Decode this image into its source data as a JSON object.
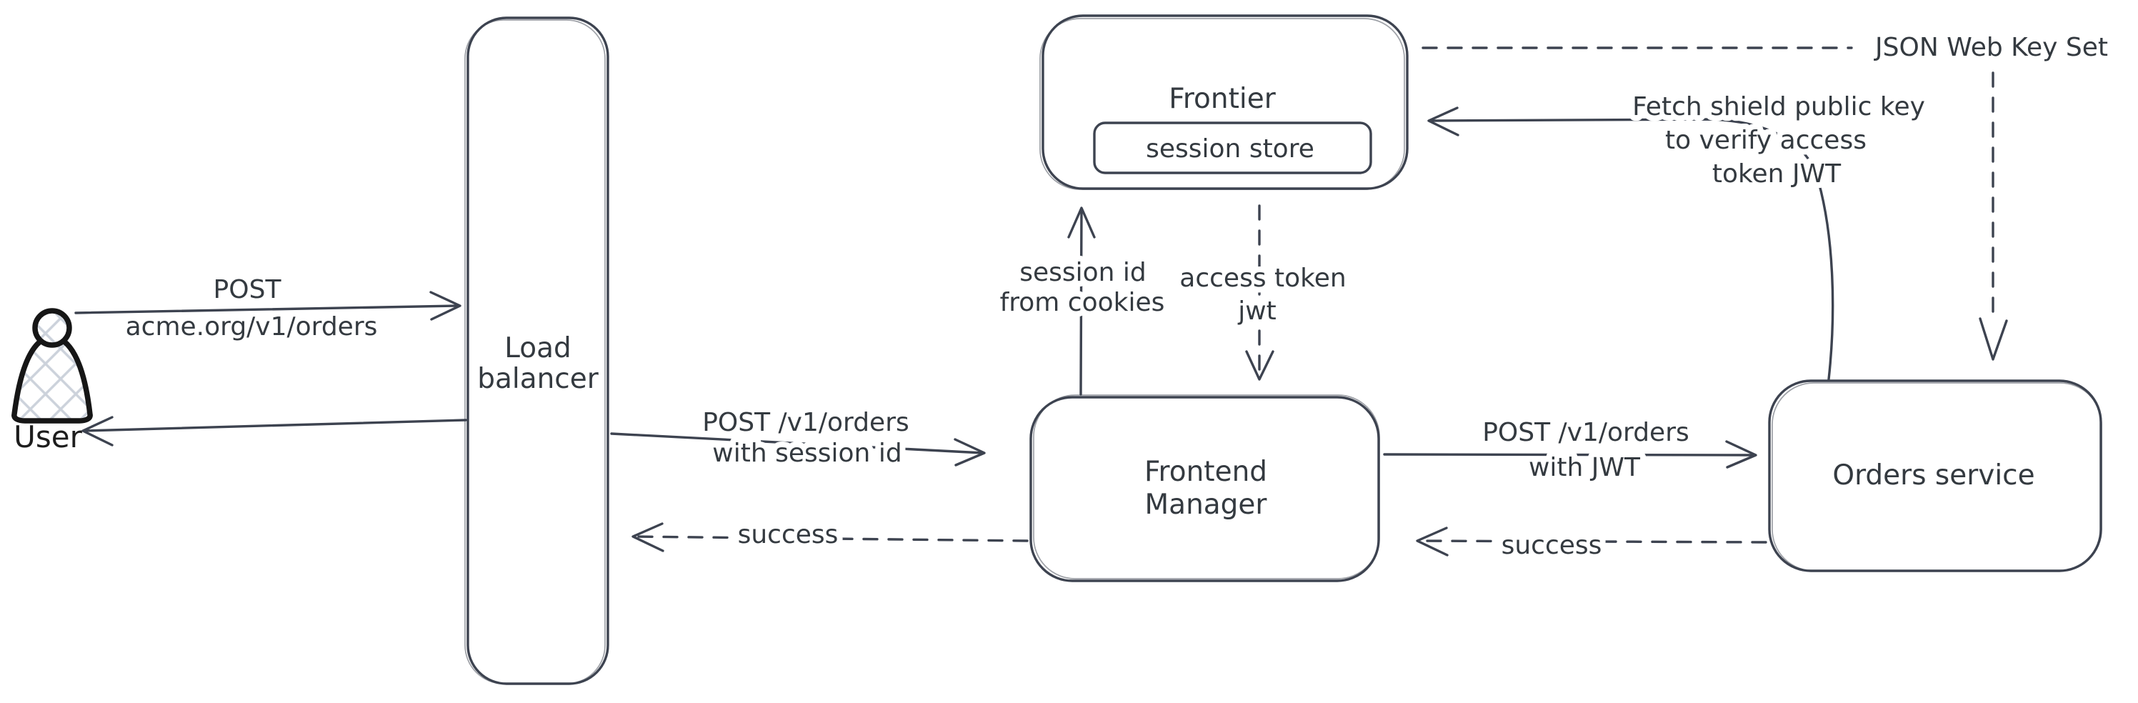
{
  "diagram": {
    "background": "#ffffff",
    "stroke_color": "#3d4350",
    "text_color": "#343a40",
    "user_icon_stroke": "#161616",
    "hatch_color": "#ccd2db",
    "nodes": {
      "user": {
        "label": "User"
      },
      "load_balancer": {
        "lines": [
          "Load",
          "balancer"
        ]
      },
      "frontier": {
        "label": "Frontier",
        "session_store": {
          "label": "session store"
        }
      },
      "frontend_manager": {
        "lines": [
          "Frontend",
          "Manager"
        ]
      },
      "orders_service": {
        "label": "Orders service"
      },
      "jwks": {
        "label": "JSON Web Key Set"
      }
    },
    "edges": {
      "user_to_lb": {
        "style": "solid",
        "lines": [
          "POST",
          "acme.org/v1/orders"
        ]
      },
      "lb_to_user": {
        "style": "solid"
      },
      "lb_to_fm": {
        "style": "solid",
        "lines": [
          "POST /v1/orders",
          "with session id"
        ]
      },
      "fm_to_lb_success": {
        "style": "dashed",
        "label": "success"
      },
      "fm_to_frontier": {
        "style": "solid",
        "lines": [
          "session id",
          "from cookies"
        ]
      },
      "frontier_to_fm": {
        "style": "dashed",
        "lines": [
          "access token",
          "jwt"
        ]
      },
      "fm_to_orders": {
        "style": "solid",
        "lines": [
          "POST /v1/orders",
          "with JWT"
        ]
      },
      "orders_to_fm_success": {
        "style": "dashed",
        "label": "success"
      },
      "orders_to_frontier": {
        "style": "solid",
        "lines": [
          "Fetch shield public key",
          "to verify access",
          "token JWT"
        ]
      },
      "frontier_to_jwks": {
        "style": "dashed"
      },
      "jwks_to_orders": {
        "style": "dashed"
      }
    }
  }
}
